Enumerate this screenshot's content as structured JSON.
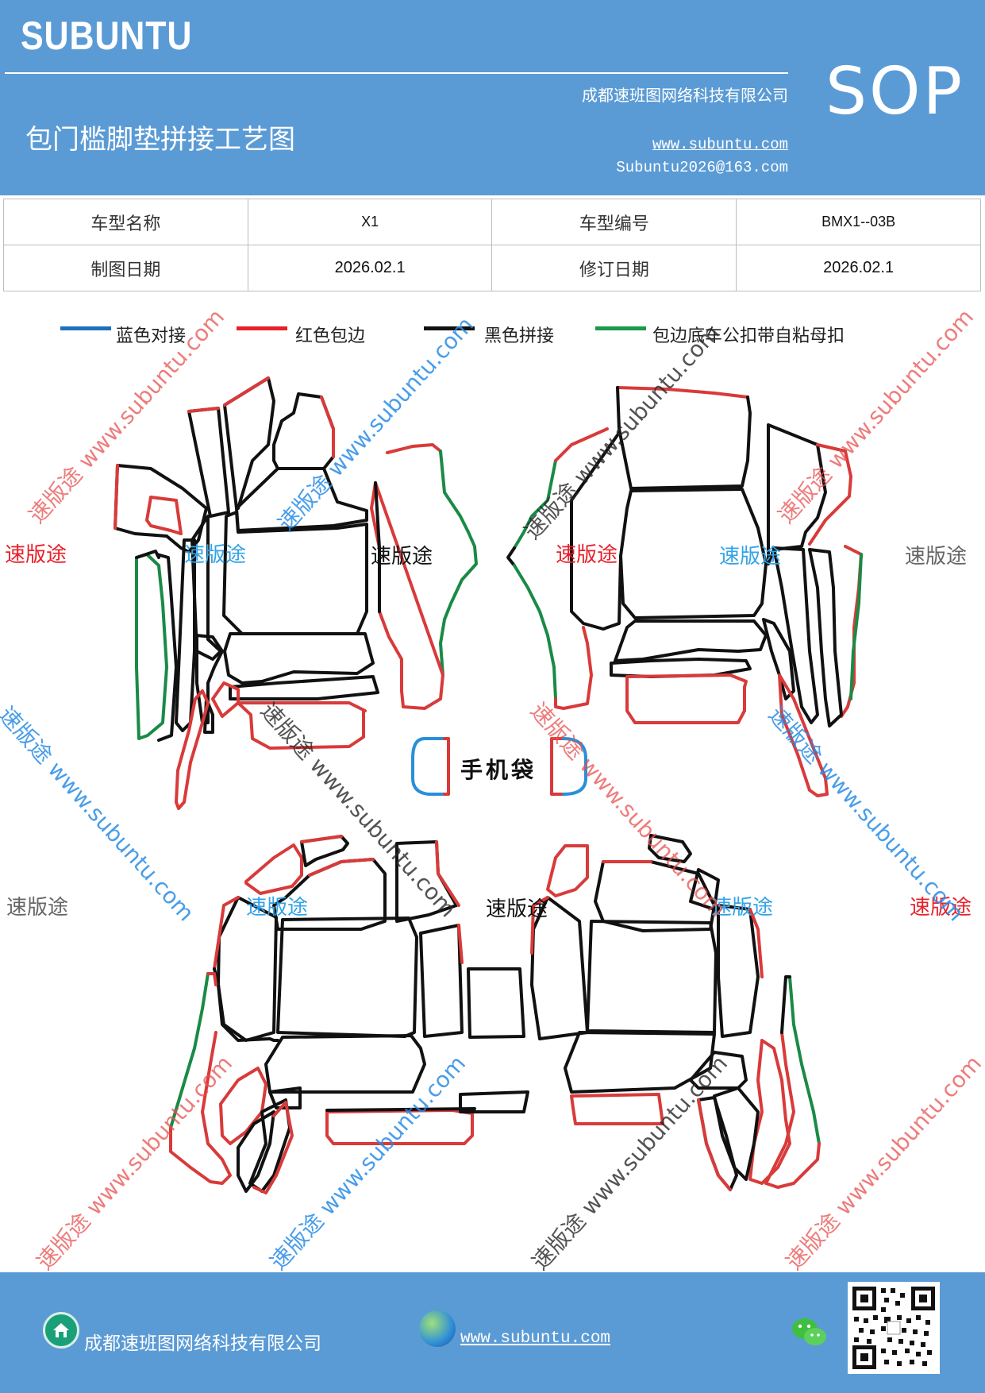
{
  "header": {
    "brand": "SUBUNTU",
    "company": "成都速班图网络科技有限公司",
    "title": "包门槛脚垫拼接工艺图",
    "website": "www.subuntu.com",
    "email": "Subuntu2026@163.com",
    "badge": "SOP"
  },
  "info": {
    "model_name_label": "车型名称",
    "model_name": "X1",
    "model_code_label": "车型编号",
    "model_code": "BMX1--03B",
    "draw_date_label": "制图日期",
    "draw_date": "2026.02.1",
    "revise_date_label": "修订日期",
    "revise_date": "2026.02.1"
  },
  "legend": [
    {
      "label": "蓝色对接",
      "color": "#1f6fbf"
    },
    {
      "label": "红色包边",
      "color": "#e8202a"
    },
    {
      "label": "黑色拼接",
      "color": "#111111"
    },
    {
      "label": "包边底车公扣带自粘母扣",
      "color": "#1a9a4a"
    }
  ],
  "watermarks": {
    "brand_text": "速版途",
    "diag_text": "速版途 www.subuntu.com",
    "phone_pocket": "手机袋"
  },
  "colors": {
    "header_bg": "#5b9bd5",
    "red_edge": "#d93a3a",
    "black_edge": "#111111",
    "blue_edge": "#2a8fd8",
    "green_edge": "#1a8a46"
  },
  "footer": {
    "company": "成都速班图网络科技有限公司",
    "website": "www.subuntu.com "
  }
}
